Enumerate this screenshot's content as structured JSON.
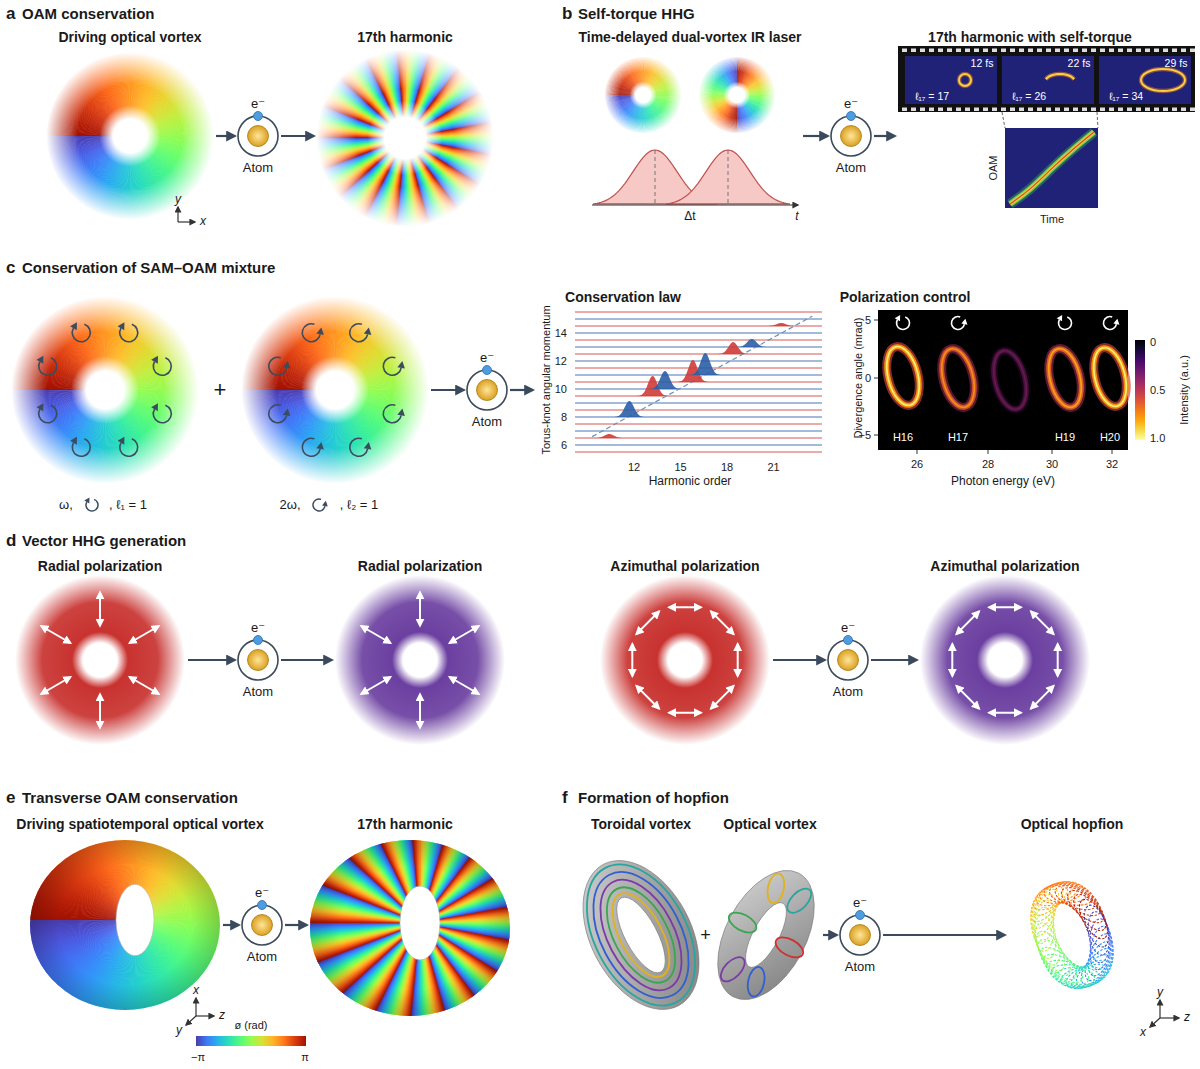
{
  "diagram": {
    "nodes": [
      {
        "text": [
          "Driving optical vortex"
        ]
      },
      {
        "text": [
          "e⁻",
          "Atom"
        ]
      },
      {
        "text": [
          "17th harmonic"
        ]
      },
      {
        "text": [
          "Time-delayed dual-vortex IR laser"
        ]
      },
      {
        "text": [
          "e⁻",
          "Atom"
        ]
      },
      {
        "text": [
          "17th harmonic with self-torque"
        ]
      },
      {
        "text": [
          "ω,",
          ", ℓ₁ = 1"
        ]
      },
      {
        "text": [
          "2ω,",
          ", ℓ₂ = 1"
        ]
      },
      {
        "text": [
          "e⁻",
          "Atom"
        ]
      },
      {
        "text": [
          "Conservation law"
        ]
      },
      {
        "text": [
          "Polarization control"
        ]
      },
      {
        "text": [
          "Radial polarization"
        ]
      },
      {
        "text": [
          "e⁻",
          "Atom"
        ]
      },
      {
        "text": [
          "Radial polarization"
        ]
      },
      {
        "text": [
          "Azimuthal polarization"
        ]
      },
      {
        "text": [
          "e⁻",
          "Atom"
        ]
      },
      {
        "text": [
          "Azimuthal polarization"
        ]
      },
      {
        "text": [
          "Driving spatiotemporal optical vortex"
        ]
      },
      {
        "text": [
          "e⁻",
          "Atom"
        ]
      },
      {
        "text": [
          "17th harmonic"
        ]
      },
      {
        "text": [
          "Toroidal vortex"
        ]
      },
      {
        "text": [
          "Optical vortex"
        ]
      },
      {
        "text": [
          "e⁻",
          "Atom"
        ]
      },
      {
        "text": [
          "Optical hopfion"
        ]
      }
    ],
    "edges": [
      {
        "from": 0,
        "to": 1,
        "arrow": "to"
      },
      {
        "from": 1,
        "to": 2,
        "arrow": "to"
      },
      {
        "from": 3,
        "to": 4,
        "arrow": "to"
      },
      {
        "from": 4,
        "to": 5,
        "arrow": "to"
      },
      {
        "from": 7,
        "to": 8,
        "arrow": "to"
      },
      {
        "from": 8,
        "to": 9,
        "arrow": "to"
      },
      {
        "from": 11,
        "to": 12,
        "arrow": "to"
      },
      {
        "from": 12,
        "to": 13,
        "arrow": "to"
      },
      {
        "from": 14,
        "to": 15,
        "arrow": "to"
      },
      {
        "from": 15,
        "to": 16,
        "arrow": "to"
      },
      {
        "from": 17,
        "to": 18,
        "arrow": "to"
      },
      {
        "from": 18,
        "to": 19,
        "arrow": "to"
      },
      {
        "from": 21,
        "to": 22,
        "arrow": "to"
      },
      {
        "from": 22,
        "to": 23,
        "arrow": "to"
      }
    ],
    "labels": [
      "a",
      "OAM conservation",
      "y",
      "x",
      "b",
      "Self-torque HHG",
      "Δt",
      "t",
      "12 fs",
      "ℓ₁₇ = 17",
      "22 fs",
      "ℓ₁₇ = 26",
      "29 fs",
      "ℓ₁₇ = 34",
      "OAM",
      "Time",
      "c",
      "Conservation of SAM–OAM mixture",
      "+",
      "Torus-knot angular momentum",
      "6",
      "8",
      "10",
      "12",
      "14",
      "12",
      "15",
      "18",
      "21",
      "Harmonic order",
      "Divergence angle (mrad)",
      "5",
      "0",
      "−5",
      "H16",
      "H17",
      "H19",
      "H20",
      "26",
      "28",
      "30",
      "32",
      "Photon energy (eV)",
      "Intensity (a.u.)",
      "0",
      "0.5",
      "1.0",
      "d",
      "Vector HHG generation",
      "e",
      "Transverse OAM conservation",
      "x",
      "y",
      "z",
      "ø (rad)",
      "−π",
      "π",
      "f",
      "Formation of hopfion",
      "+",
      "y",
      "x",
      "z"
    ]
  }
}
